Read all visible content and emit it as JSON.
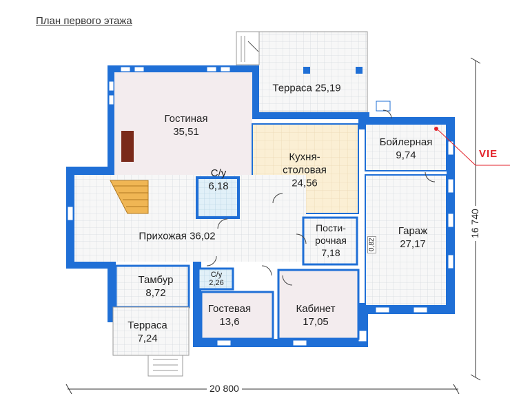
{
  "title": "План первого этажа",
  "rooms": [
    {
      "key": "living",
      "name": "Гостиная",
      "area": "35,51"
    },
    {
      "key": "terrace_top",
      "name": "Терраса",
      "area": "25,19"
    },
    {
      "key": "kitchen",
      "name": "Кухня-",
      "name2": "столовая",
      "area": "24,56"
    },
    {
      "key": "boiler",
      "name": "Бойлерная",
      "area": "9,74"
    },
    {
      "key": "bath1",
      "name": "С/у",
      "area": "6,18"
    },
    {
      "key": "hall",
      "name": "Прихожая",
      "area": "36,02"
    },
    {
      "key": "laundry",
      "name": "Пости-",
      "name2": "рочная",
      "area": "7,18"
    },
    {
      "key": "garage",
      "name": "Гараж",
      "area": "27,17"
    },
    {
      "key": "vestibule",
      "name": "Тамбур",
      "area": "8,72"
    },
    {
      "key": "bath2",
      "name": "С/у",
      "area": "2,26"
    },
    {
      "key": "guest",
      "name": "Гостевая",
      "area": "13,6"
    },
    {
      "key": "study",
      "name": "Кабинет",
      "area": "17,05"
    },
    {
      "key": "terrace_small",
      "name": "Терраса",
      "area": "7,24"
    }
  ],
  "dimensions": {
    "width": "20 800",
    "height": "16 740",
    "stair_mark": "0,82"
  },
  "watermark": "VIE",
  "colors": {
    "wall": "#1f6fd6",
    "floor_tile": "#f4f4f4",
    "living_floor": "#f3ecee",
    "kitchen_floor": "#fbefd4",
    "bath_floor": "#dff0f8",
    "hearth": "#7a2a1a",
    "stair": "#f0b654"
  }
}
